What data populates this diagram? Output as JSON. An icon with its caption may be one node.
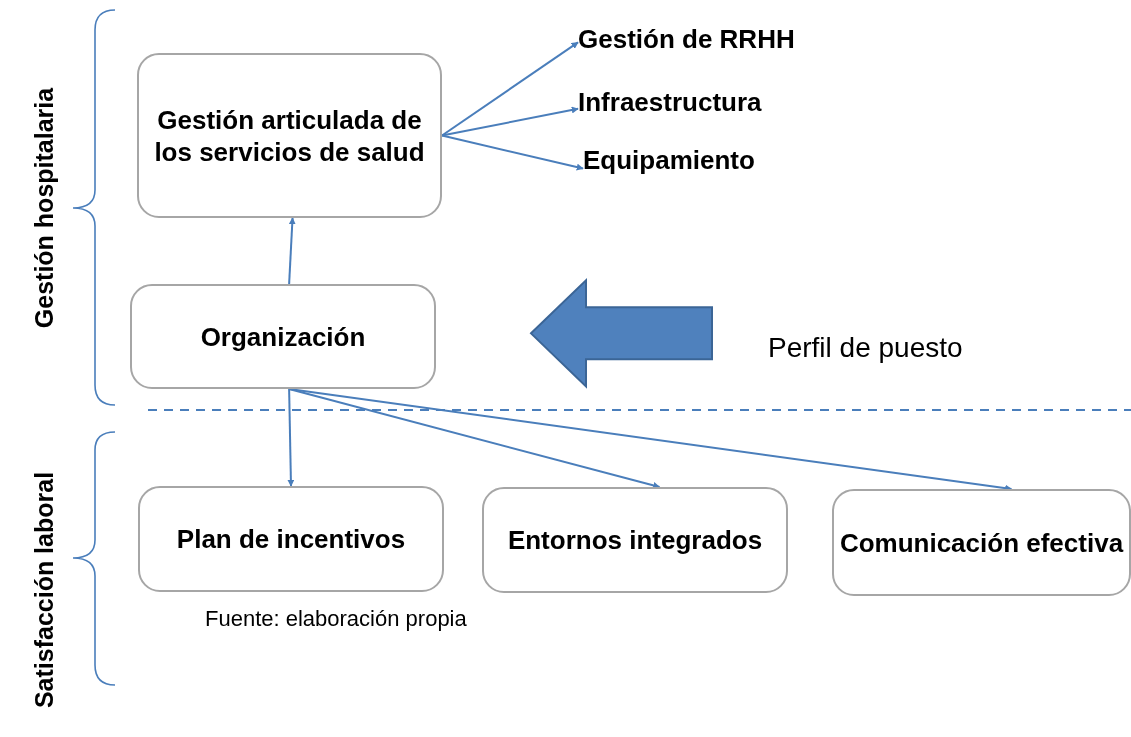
{
  "diagram": {
    "nodes": [
      {
        "text": [
          "Gestión articulada de los servicios de salud"
        ]
      },
      {
        "text": [
          "Gestión de RRHH"
        ]
      },
      {
        "text": [
          "Infraestructura"
        ]
      },
      {
        "text": [
          "Equipamiento"
        ]
      },
      {
        "text": [
          "Organización"
        ]
      },
      {
        "text": [
          "Plan de incentivos"
        ]
      },
      {
        "text": [
          "Entornos integrados"
        ]
      },
      {
        "text": [
          "Comunicación efectiva"
        ]
      },
      {
        "text": [
          "Perfil de puesto"
        ]
      }
    ],
    "edges": [
      {
        "from": 4,
        "to": 0,
        "arrow": "to"
      },
      {
        "from": 0,
        "to": 1,
        "arrow": "to"
      },
      {
        "from": 0,
        "to": 2,
        "arrow": "to"
      },
      {
        "from": 0,
        "to": 3,
        "arrow": "to"
      },
      {
        "from": 4,
        "to": 5,
        "arrow": "to"
      },
      {
        "from": 4,
        "to": 6,
        "arrow": "to"
      },
      {
        "from": 4,
        "to": 7,
        "arrow": "to"
      },
      {
        "from": 8,
        "to": 4,
        "arrow": "to",
        "style": "thick"
      }
    ],
    "labels": [
      "Gestión hospitalaria",
      "Satisfacción laboral",
      "Fuente: elaboración propia"
    ]
  }
}
